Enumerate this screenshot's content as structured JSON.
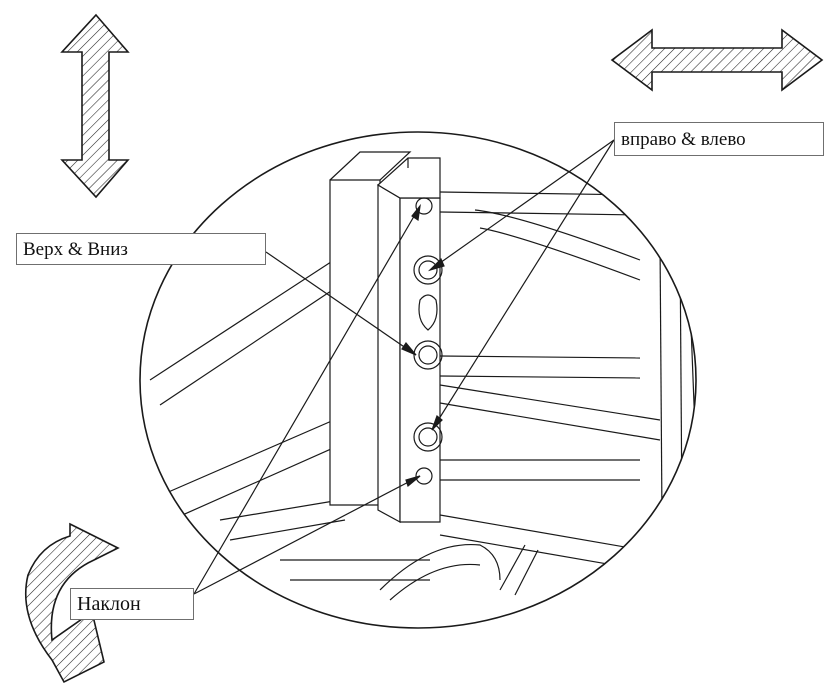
{
  "labels": {
    "left_right": "вправо & влево",
    "up_down": "Верх & Вниз",
    "tilt": "Наклон"
  },
  "icons": {
    "up_down": "vertical-double-arrow-icon",
    "left_right": "horizontal-double-arrow-icon",
    "tilt": "curved-double-arrow-icon"
  },
  "colors": {
    "line": "#1a1a1a",
    "box_border": "#6f6f6f",
    "background": "#ffffff"
  }
}
